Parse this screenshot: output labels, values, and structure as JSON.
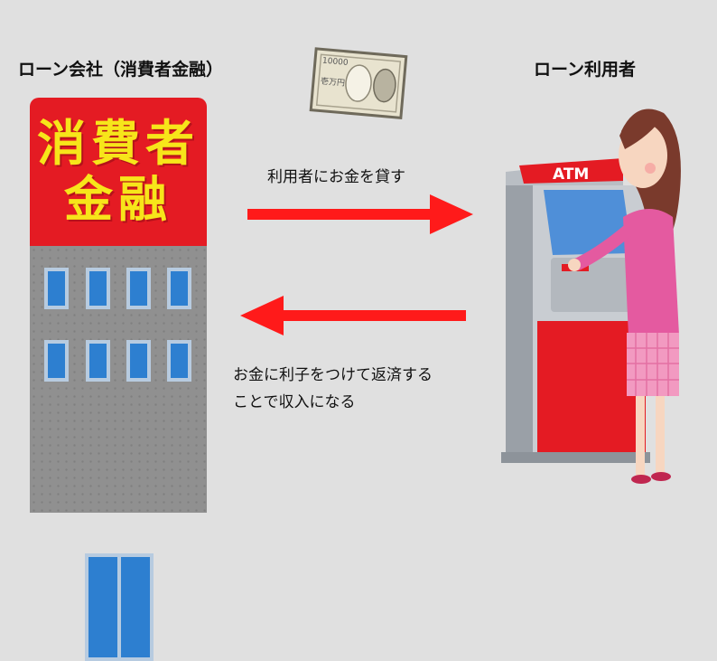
{
  "labels": {
    "company_title": "ローン会社（消費者金融）",
    "user_title": "ローン利用者",
    "lend_caption": "利用者にお金を貸す",
    "repay_caption_line1": "お金に利子をつけて返済する",
    "repay_caption_line2": "ことで収入になる"
  },
  "building_sign": {
    "line1": "消費者",
    "line2": "金融"
  },
  "atm_sign": "ATM",
  "banknote": {
    "denomination": "10000",
    "kanji": "壱万円"
  },
  "colors": {
    "background": "#e0e0e0",
    "arrow": "#ff1a1a",
    "sign_red": "#e41b23",
    "sign_text": "#f7e51a",
    "window_blue": "#2d7fd0"
  }
}
